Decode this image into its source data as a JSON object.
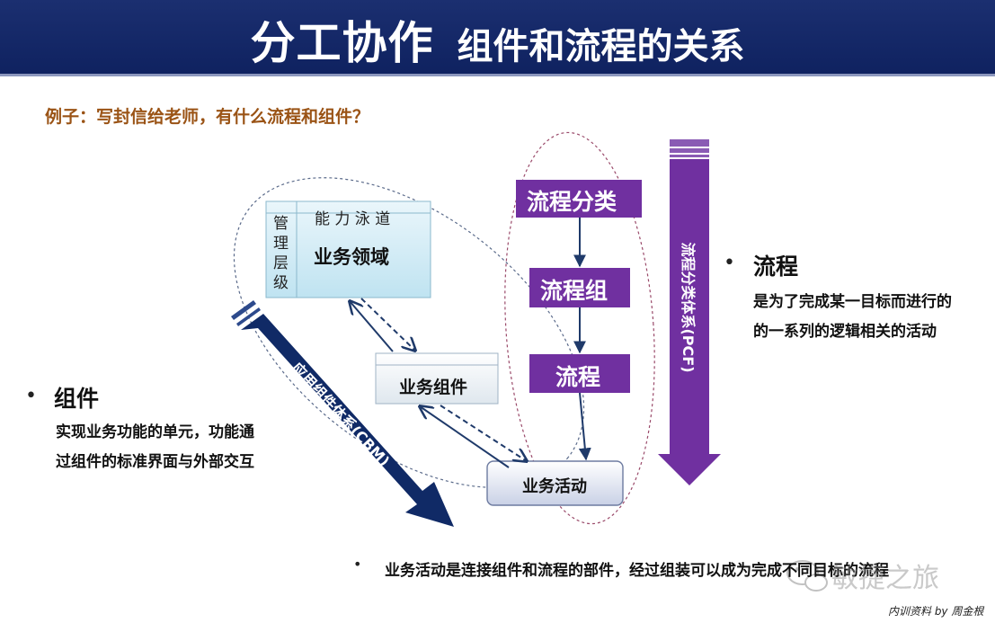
{
  "title": {
    "main": "分工协作",
    "sub": "组件和流程的关系"
  },
  "example": "例子：写封信给老师，有什么流程和组件？",
  "domain_box": {
    "capability": "能 力 泳 道",
    "management": [
      "管",
      "理",
      "层",
      "级"
    ],
    "label": "业务领域"
  },
  "component_box": "业务组件",
  "activity_box": "业务活动",
  "process_boxes": [
    "流程分类",
    "流程组",
    "流程"
  ],
  "pcf_arrow": "流程分类体系(PCF)",
  "cbm_arrow": "应用组件体系(CBM)",
  "component_note": {
    "heading": "组件",
    "lines": [
      "实现业务功能的单元，功能通",
      "过组件的标准界面与外部交互"
    ]
  },
  "process_note": {
    "heading": "流程",
    "lines": [
      "是为了完成某一目标而进行的",
      "的一系列的逻辑相关的活动"
    ]
  },
  "footnote": "业务活动是连接组件和流程的部件，经过组装可以成为完成不同目标的流程",
  "watermark": "敏捷之旅",
  "credit": "内训资料  by 周金根",
  "colors": {
    "banner": "#142766",
    "purple": "#7030a0",
    "navy": "#1f3a7a",
    "example_text": "#9a5315"
  }
}
